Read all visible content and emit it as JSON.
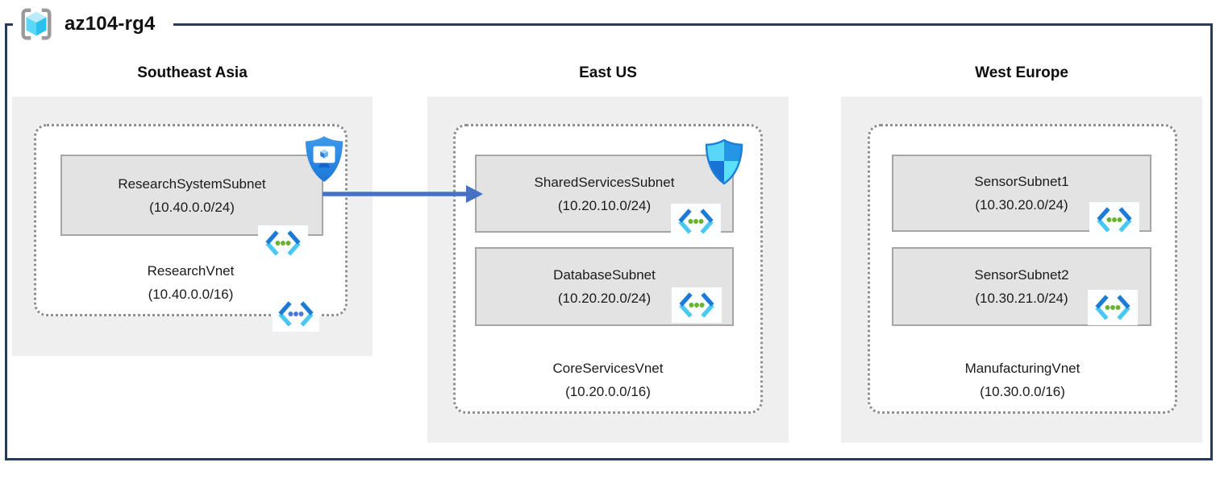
{
  "resource_group": {
    "title": "az104-rg4",
    "icon": "resource-group-icon"
  },
  "regions": [
    {
      "name": "Southeast Asia",
      "vnet": {
        "name": "ResearchVnet",
        "cidr": "(10.40.0.0/16)",
        "icon": "virtual-network-icon"
      },
      "subnets": [
        {
          "name": "ResearchSystemSubnet",
          "cidr": "(10.40.0.0/24)",
          "icon": "subnet-icon",
          "badge": "bastion-shield-monitor-icon"
        }
      ]
    },
    {
      "name": "East US",
      "vnet": {
        "name": "CoreServicesVnet",
        "cidr": "(10.20.0.0/16)"
      },
      "subnets": [
        {
          "name": "SharedServicesSubnet",
          "cidr": "(10.20.10.0/24)",
          "icon": "subnet-icon",
          "badge": "network-security-group-shield-icon"
        },
        {
          "name": "DatabaseSubnet",
          "cidr": "(10.20.20.0/24)",
          "icon": "subnet-icon"
        }
      ]
    },
    {
      "name": "West Europe",
      "vnet": {
        "name": "ManufacturingVnet",
        "cidr": "(10.30.0.0/16)"
      },
      "subnets": [
        {
          "name": "SensorSubnet1",
          "cidr": "(10.30.20.0/24)",
          "icon": "subnet-icon"
        },
        {
          "name": "SensorSubnet2",
          "cidr": "(10.30.21.0/24)",
          "icon": "subnet-icon"
        }
      ]
    }
  ],
  "connection": {
    "from": "ResearchSystemSubnet",
    "to": "SharedServicesSubnet",
    "color": "#4472c4"
  },
  "colors": {
    "frame_border": "#243a5e",
    "region_bg": "#efefef",
    "subnet_bg": "#e3e3e3",
    "subnet_border": "#a6a6a6",
    "vnet_dash": "#8f8f8f",
    "arrow": "#4472c4",
    "subnet_dot_green": "#68b32e",
    "vnet_dot_blue": "#4779dd",
    "azure_blue": "#2396e6",
    "azure_cyan": "#55d7f8"
  }
}
